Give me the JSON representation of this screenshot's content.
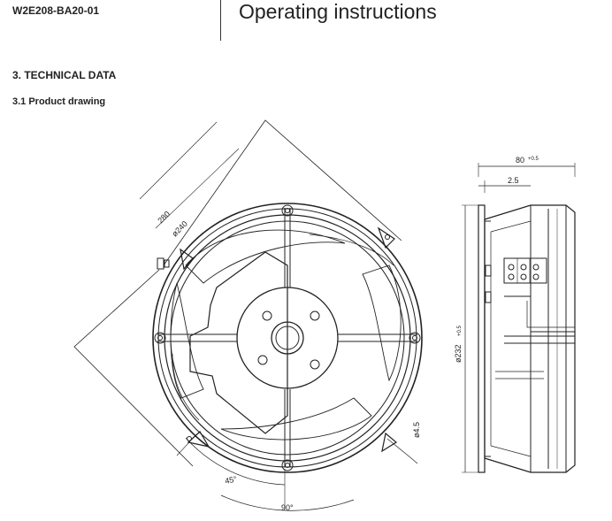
{
  "header": {
    "model": "W2E208-BA20-01",
    "title": "Operating instructions"
  },
  "section": {
    "heading": "3. TECHNICAL DATA",
    "subheading": "3.1 Product drawing"
  },
  "dimensions": {
    "diag_outer": "280",
    "diag_inner": "ø240",
    "angle_45": "45°",
    "angle_90": "90°",
    "hole": "ø4.5",
    "depth_main": "80",
    "depth_main_tol": "+0.5",
    "depth_flange": "2.5",
    "diameter": "ø232",
    "diameter_tol": "+0.5"
  }
}
